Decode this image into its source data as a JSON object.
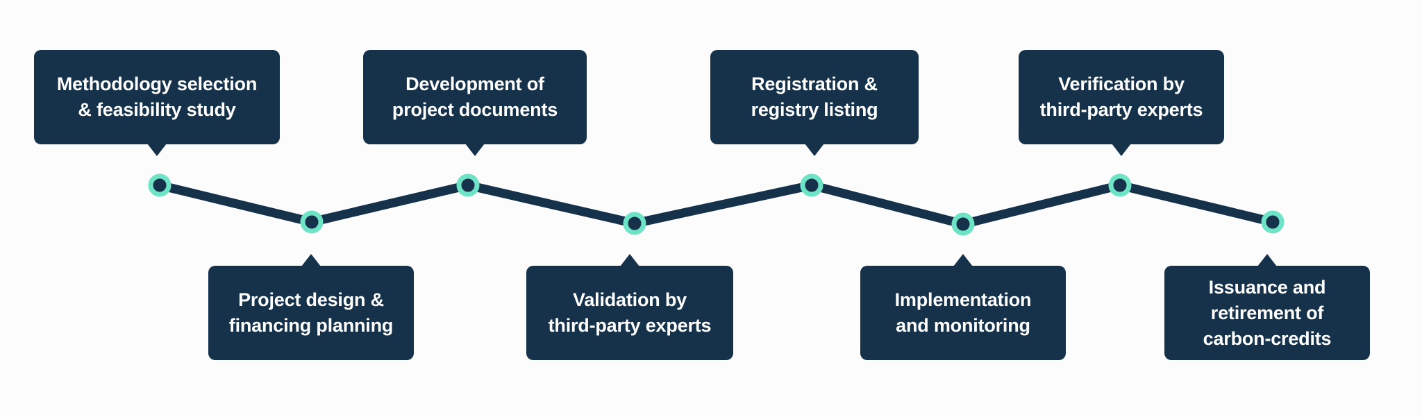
{
  "steps": [
    {
      "id": 1,
      "side": "top",
      "label": "Methodology selection\n& feasibility study"
    },
    {
      "id": 2,
      "side": "bottom",
      "label": "Project design &\nfinancing planning"
    },
    {
      "id": 3,
      "side": "top",
      "label": "Development of\nproject documents"
    },
    {
      "id": 4,
      "side": "bottom",
      "label": "Validation by\nthird-party experts"
    },
    {
      "id": 5,
      "side": "top",
      "label": "Registration &\nregistry listing"
    },
    {
      "id": 6,
      "side": "bottom",
      "label": "Implementation\nand monitoring"
    },
    {
      "id": 7,
      "side": "top",
      "label": "Verification by\nthird-party experts"
    },
    {
      "id": 8,
      "side": "bottom",
      "label": "Issuance and\nretirement of\ncarbon-credits"
    }
  ],
  "colors": {
    "background": "#fcfcfc",
    "box_fill": "#16324a",
    "line": "#16324a",
    "node_fill": "#16324a",
    "node_ring": "#6ee3c6",
    "text": "#ffffff"
  }
}
